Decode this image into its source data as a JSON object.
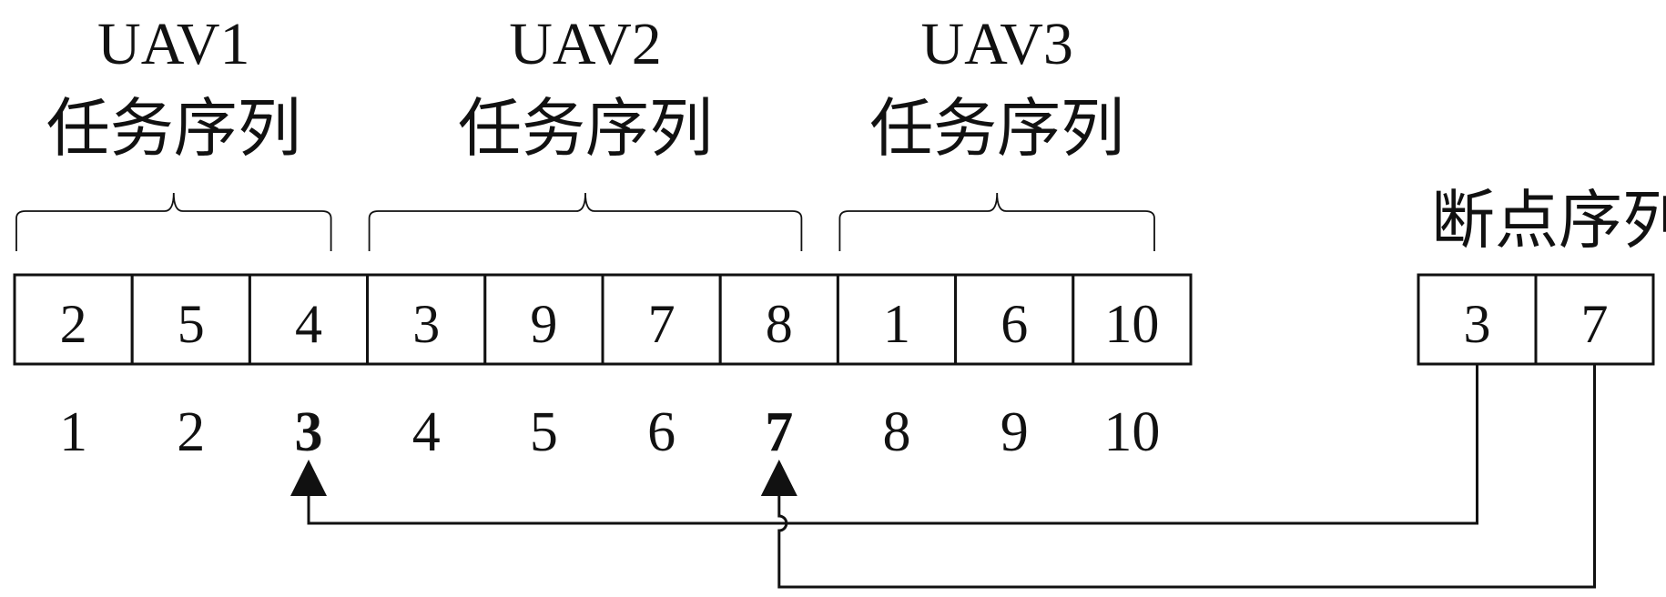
{
  "groups": [
    {
      "uav": "UAV1",
      "caption": "任务序列",
      "cells": [
        "2",
        "5",
        "4"
      ]
    },
    {
      "uav": "UAV2",
      "caption": "任务序列",
      "cells": [
        "3",
        "9",
        "7",
        "8"
      ]
    },
    {
      "uav": "UAV3",
      "caption": "任务序列",
      "cells": [
        "1",
        "6",
        "10"
      ]
    }
  ],
  "positions": [
    "1",
    "2",
    "3",
    "4",
    "5",
    "6",
    "7",
    "8",
    "9",
    "10"
  ],
  "highlighted_positions": [
    "3",
    "7"
  ],
  "breakpoints": {
    "caption": "断点序列",
    "cells": [
      "3",
      "7"
    ]
  },
  "arrows": [
    {
      "from_breakpoint": "3",
      "to_position": "3"
    },
    {
      "from_breakpoint": "7",
      "to_position": "7"
    }
  ]
}
